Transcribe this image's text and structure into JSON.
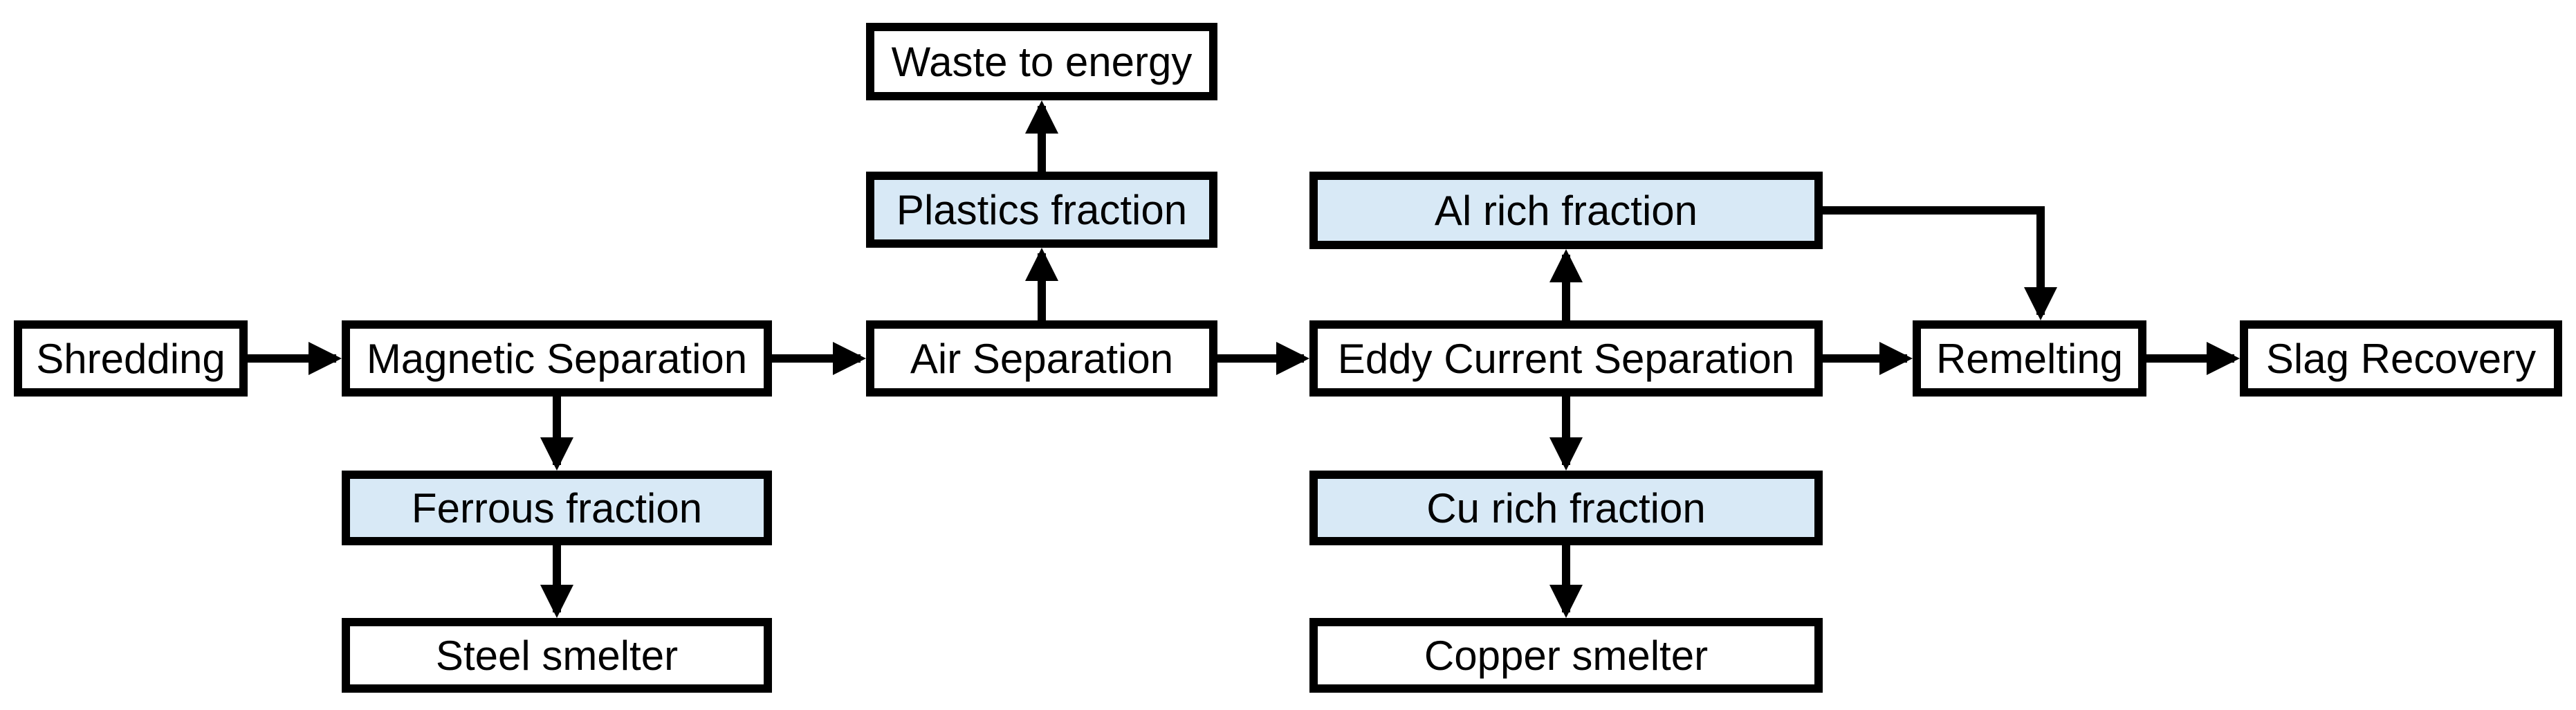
{
  "diagram": {
    "type": "flowchart",
    "description": "Shredder-based metals recycling process flow",
    "colors": {
      "background": "#ffffff",
      "box_fill": "#ffffff",
      "highlight_fill": "#d8e9f6",
      "border": "#000000",
      "arrow": "#000000",
      "text": "#000000"
    },
    "nodes": [
      {
        "id": "shredding",
        "label": "Shredding",
        "highlighted": false
      },
      {
        "id": "magnetic-separation",
        "label": "Magnetic Separation",
        "highlighted": false
      },
      {
        "id": "air-separation",
        "label": "Air Separation",
        "highlighted": false
      },
      {
        "id": "eddy-current-separation",
        "label": "Eddy Current Separation",
        "highlighted": false
      },
      {
        "id": "remelting",
        "label": "Remelting",
        "highlighted": false
      },
      {
        "id": "slag-recovery",
        "label": "Slag Recovery",
        "highlighted": false
      },
      {
        "id": "waste-to-energy",
        "label": "Waste to energy",
        "highlighted": false
      },
      {
        "id": "plastics-fraction",
        "label": "Plastics fraction",
        "highlighted": true
      },
      {
        "id": "al-rich-fraction",
        "label": "Al rich fraction",
        "highlighted": true
      },
      {
        "id": "ferrous-fraction",
        "label": "Ferrous fraction",
        "highlighted": true
      },
      {
        "id": "steel-smelter",
        "label": "Steel smelter",
        "highlighted": false
      },
      {
        "id": "cu-rich-fraction",
        "label": "Cu rich fraction",
        "highlighted": true
      },
      {
        "id": "copper-smelter",
        "label": "Copper smelter",
        "highlighted": false
      }
    ],
    "edges": [
      {
        "from": "shredding",
        "to": "magnetic-separation",
        "direction": "right"
      },
      {
        "from": "magnetic-separation",
        "to": "air-separation",
        "direction": "right"
      },
      {
        "from": "air-separation",
        "to": "eddy-current-separation",
        "direction": "right"
      },
      {
        "from": "eddy-current-separation",
        "to": "remelting",
        "direction": "right"
      },
      {
        "from": "remelting",
        "to": "slag-recovery",
        "direction": "right"
      },
      {
        "from": "magnetic-separation",
        "to": "ferrous-fraction",
        "direction": "down"
      },
      {
        "from": "ferrous-fraction",
        "to": "steel-smelter",
        "direction": "down"
      },
      {
        "from": "air-separation",
        "to": "plastics-fraction",
        "direction": "up"
      },
      {
        "from": "plastics-fraction",
        "to": "waste-to-energy",
        "direction": "up"
      },
      {
        "from": "eddy-current-separation",
        "to": "al-rich-fraction",
        "direction": "up"
      },
      {
        "from": "eddy-current-separation",
        "to": "cu-rich-fraction",
        "direction": "down"
      },
      {
        "from": "cu-rich-fraction",
        "to": "copper-smelter",
        "direction": "down"
      },
      {
        "from": "al-rich-fraction",
        "to": "remelting",
        "direction": "elbow-right-down"
      }
    ]
  }
}
